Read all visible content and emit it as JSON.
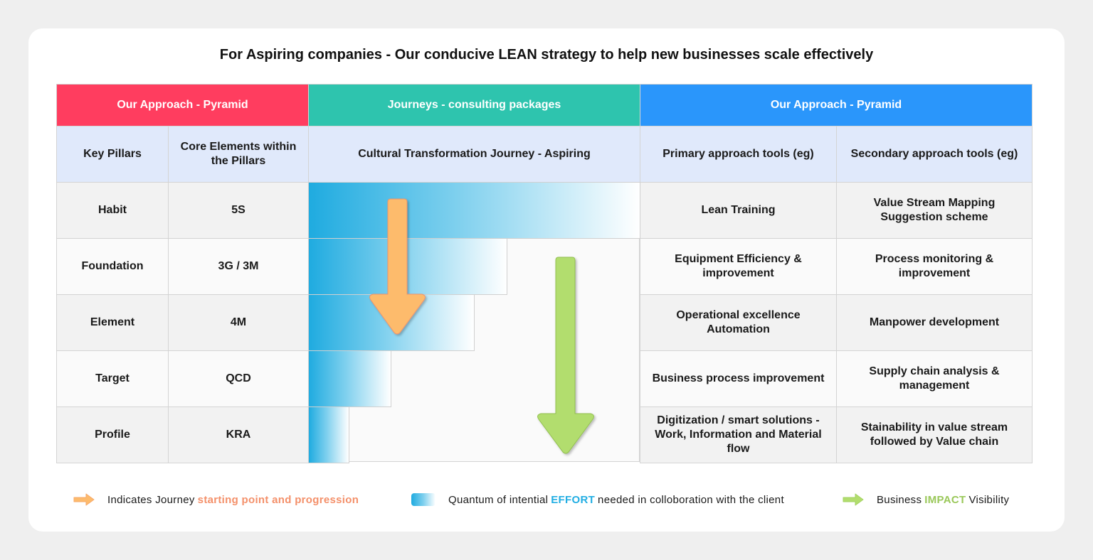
{
  "title": "For Aspiring companies - Our conducive LEAN strategy to help new businesses scale effectively",
  "header_groups": [
    {
      "label": "Our Approach - Pyramid",
      "color": "#ff3d5f"
    },
    {
      "label": "Journeys - consulting packages",
      "color": "#2ec4ae"
    },
    {
      "label": "Our Approach - Pyramid",
      "color": "#2a96fb"
    }
  ],
  "columns": [
    "Key Pillars",
    "Core Elements within the Pillars",
    "Cultural Transformation Journey - Aspiring",
    "Primary approach tools (eg)",
    "Secondary approach tools (eg)"
  ],
  "rows": [
    {
      "pillar": "Habit",
      "core": "5S",
      "effort_fraction": 1.0,
      "primary": "Lean Training",
      "secondary": "Value Stream Mapping\nSuggestion scheme"
    },
    {
      "pillar": "Foundation",
      "core": "3G / 3M",
      "effort_fraction": 0.6,
      "primary": "Equipment Efficiency & improvement",
      "secondary": "Process monitoring & improvement"
    },
    {
      "pillar": "Element",
      "core": "4M",
      "effort_fraction": 0.5,
      "primary": "Operational excellence\nAutomation",
      "secondary": "Manpower development"
    },
    {
      "pillar": "Target",
      "core": "QCD",
      "effort_fraction": 0.25,
      "primary": "Business process improvement",
      "secondary": "Supply chain analysis & management"
    },
    {
      "pillar": "Profile",
      "core": "KRA",
      "effort_fraction": 0.125,
      "primary": "Digitization / smart solutions - Work, Information and Material flow",
      "secondary": "Stainability in value stream followed by Value chain"
    }
  ],
  "arrows": {
    "journey": {
      "color": "#fdbb6c",
      "stroke": "#f2936a",
      "from_row": "Habit",
      "to_row": "Element"
    },
    "impact": {
      "color": "#b2dd6e",
      "stroke": "#92c050",
      "from_row": "Foundation",
      "to_row": "Profile"
    }
  },
  "legend": [
    {
      "icon": "orange-arrow-icon",
      "pre": "Indicates Journey",
      "highlight": "starting point and progression",
      "post": "",
      "highlight_color": "#f4906a"
    },
    {
      "icon": "effort-gradient-icon",
      "pre": "Quantum of intential",
      "highlight": "EFFORT",
      "post": "needed in colloboration with the client",
      "highlight_color": "#22aee3"
    },
    {
      "icon": "green-arrow-icon",
      "pre": "Business",
      "highlight": "IMPACT",
      "post": "Visibility",
      "highlight_color": "#9ac85a"
    }
  ]
}
